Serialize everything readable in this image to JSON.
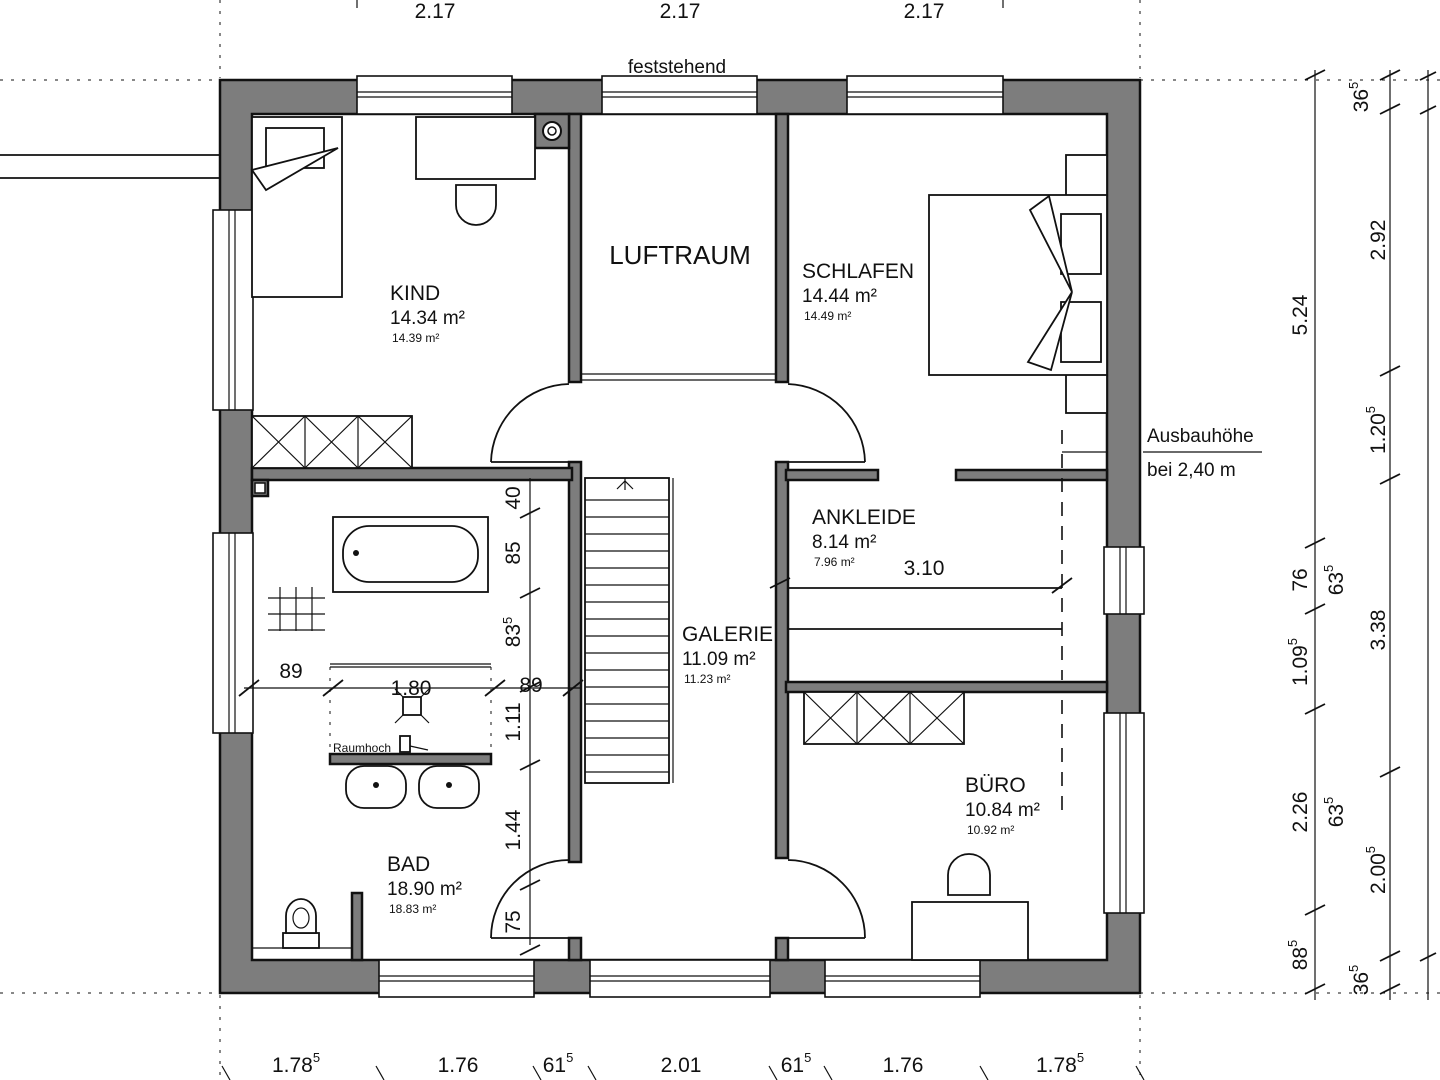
{
  "rooms": {
    "kind": {
      "name": "KIND",
      "area": "14.34 m²",
      "area2": "14.39 m²"
    },
    "luftraum": {
      "name": "LUFTRAUM"
    },
    "schlafen": {
      "name": "SCHLAFEN",
      "area": "14.44 m²",
      "area2": "14.49 m²"
    },
    "ankleide": {
      "name": "ANKLEIDE",
      "area": "8.14 m²",
      "area2": "7.96 m²"
    },
    "galerie": {
      "name": "GALERIE",
      "area": "11.09 m²",
      "area2": "11.23 m²"
    },
    "bad": {
      "name": "BAD",
      "area": "18.90 m²",
      "area2": "18.83 m²"
    },
    "buero": {
      "name": "BÜRO",
      "area": "10.84 m²",
      "area2": "10.92 m²"
    }
  },
  "notes": {
    "feststehend": "feststehend",
    "ausbauhoehe1": "Ausbauhöhe",
    "ausbauhoehe2": "bei 2,40 m",
    "raumhoch": "Raumhoch"
  },
  "dims": {
    "top": [
      "2.17",
      "2.17",
      "2.17"
    ],
    "bottom": [
      "1.78",
      "1.76",
      "61",
      "2.01",
      "61",
      "1.76",
      "1.78"
    ],
    "bottom_sup": [
      "5",
      "",
      "5",
      "",
      "5",
      "",
      "5"
    ],
    "right_outer": [
      "5.24",
      "3.38"
    ],
    "right_mid": [
      "2.92",
      "1.20",
      "76",
      "1.09",
      "2.26",
      "88"
    ],
    "right_mid_sup": [
      "",
      "5",
      "",
      "5",
      "",
      "5"
    ],
    "right_inner": [
      "36",
      "63",
      "63",
      "2.00",
      "36"
    ],
    "right_inner_sup": [
      "5",
      "5",
      "5",
      "5",
      "5"
    ],
    "bad": {
      "v1": "40",
      "v2": "85",
      "v3": "83",
      "v3sup": "5",
      "v4": "1.11",
      "v5": "1.44",
      "v6": "75",
      "h1": "89",
      "h2": "1.80",
      "h3": "89"
    },
    "ankleide_w": "3.10"
  }
}
